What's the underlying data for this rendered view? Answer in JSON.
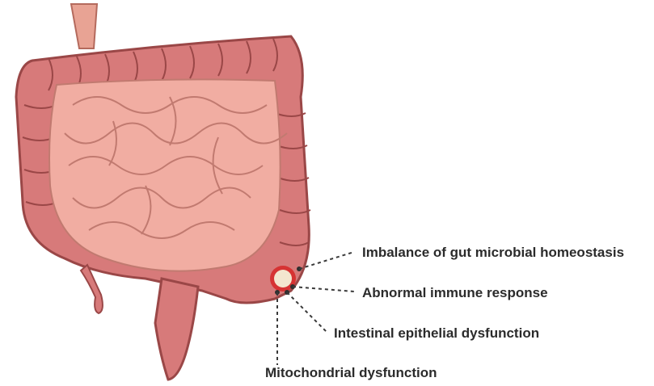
{
  "labels": [
    "Imbalance of gut microbial homeostasis",
    "Abnormal immune response",
    "Intestinal epithelial dysfunction",
    "Mitochondrial dysfunction"
  ],
  "colors": {
    "colon_fill": "#d77a7a",
    "colon_stroke": "#9a4747",
    "small_intestine_fill": "#f1ada2",
    "small_intestine_stroke": "#c17a70",
    "esophagus_fill": "#e8a394",
    "lesion_ring": "#d63333",
    "lesion_core": "#f3e6cf",
    "connector": "#3a3a3a",
    "text": "#2b2b2b"
  }
}
